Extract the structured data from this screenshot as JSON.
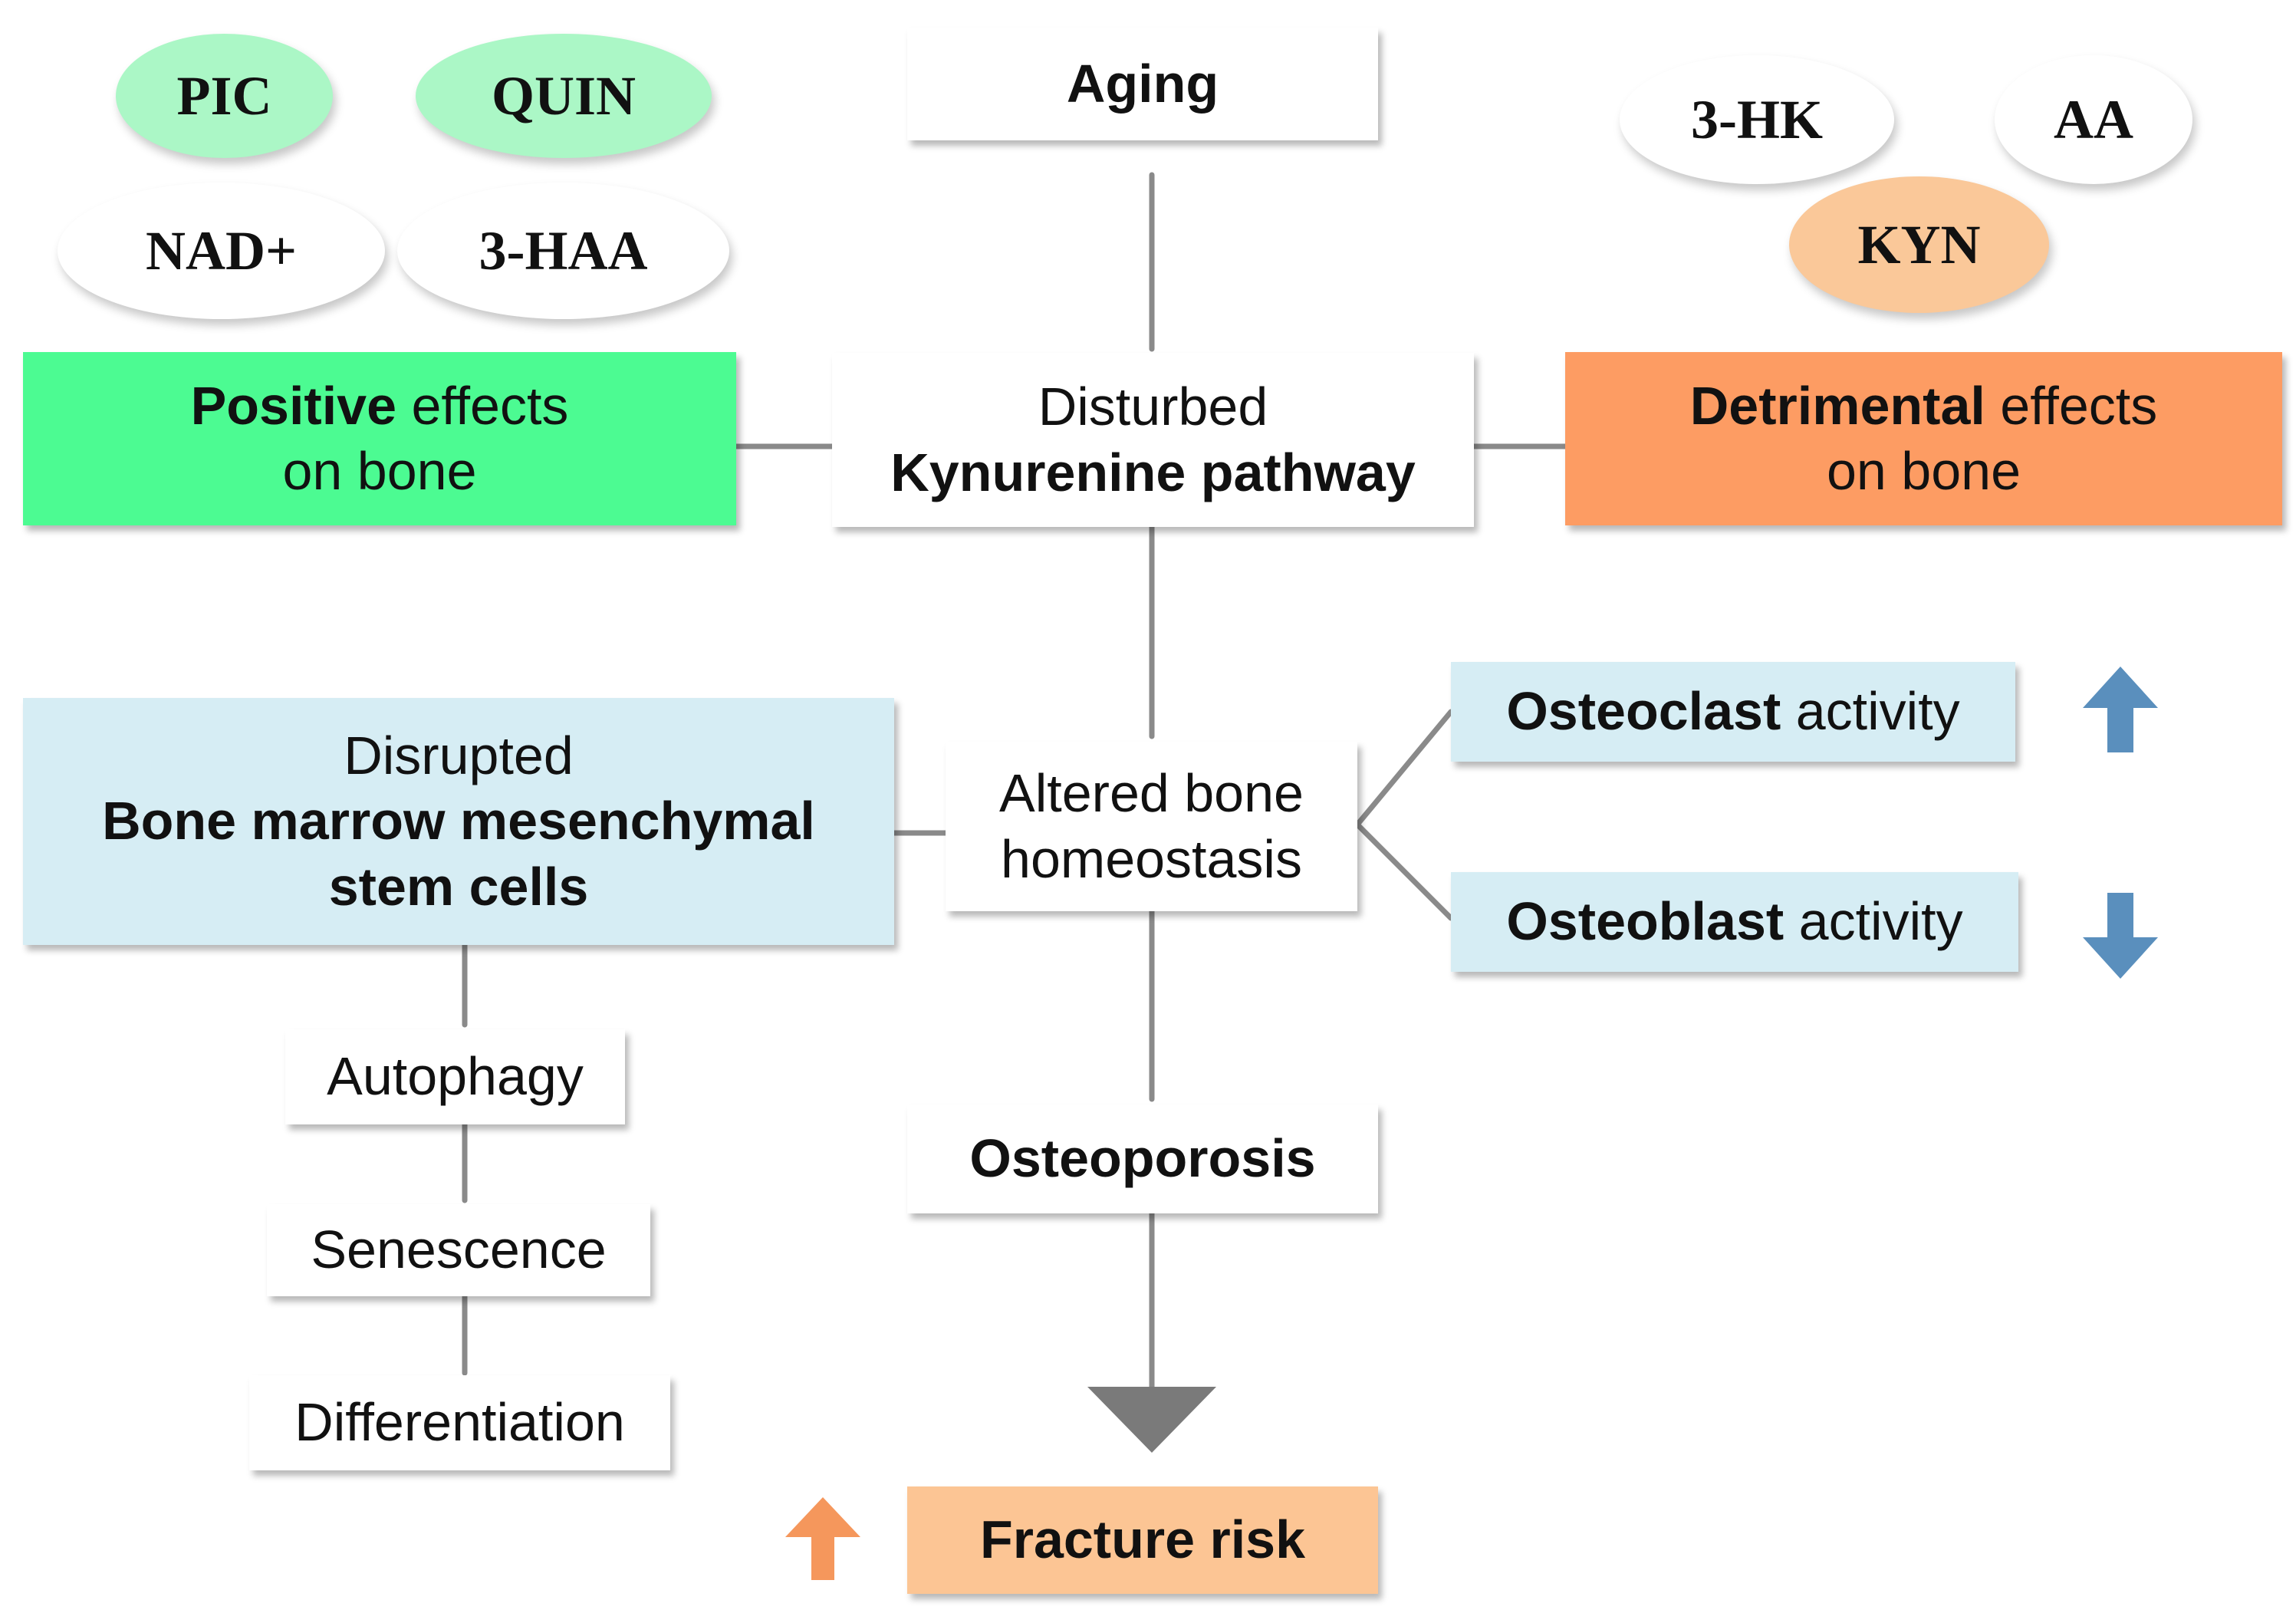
{
  "metabolites": {
    "pic": "PIC",
    "quin": "QUIN",
    "nad": "NAD+",
    "haa": "3-HAA",
    "hk": "3-HK",
    "aa": "AA",
    "kyn": "KYN"
  },
  "aging": "Aging",
  "kp": {
    "line1": "Disturbed",
    "line2": "Kynurenine pathway"
  },
  "positive": {
    "bold": "Positive",
    "rest": " effects",
    "line2": "on bone"
  },
  "detrimental": {
    "bold": "Detrimental",
    "rest": " effects",
    "line2": "on bone"
  },
  "bmsc": {
    "line1": "Disrupted",
    "line2": "Bone marrow mesenchymal",
    "line3": "stem cells"
  },
  "homeostasis": {
    "line1": "Altered bone",
    "line2": "homeostasis"
  },
  "osteoclast": {
    "bold": "Osteoclast",
    "rest": " activity"
  },
  "osteoblast": {
    "bold": "Osteoblast",
    "rest": " activity"
  },
  "bmsc_effects": [
    "Autophagy",
    "Senescence",
    "Differentiation"
  ],
  "osteoporosis": "Osteoporosis",
  "fracture": "Fracture risk",
  "colors": {
    "positive": "#4cfb92",
    "detrimental": "#fd9c63",
    "light_blue": "#d6edf4",
    "peach": "#fcc594",
    "arrow_blue": "#5a8fbd",
    "arrow_orange": "#f5975c",
    "connector": "#8a8a8a"
  },
  "icons": {
    "osteoclast_trend": "up-arrow-icon",
    "osteoblast_trend": "down-arrow-icon",
    "fracture_trend": "up-arrow-icon"
  }
}
